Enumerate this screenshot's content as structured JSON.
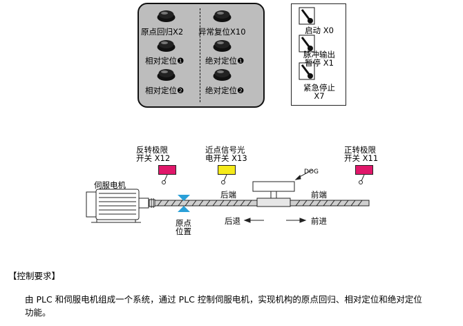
{
  "buttons": {
    "origin_return": "原点回归X2",
    "error_reset": "异常复位X10",
    "rel_pos_1": "相对定位❶",
    "abs_pos_1": "绝对定位❶",
    "rel_pos_2": "相对定位❷",
    "abs_pos_2": "绝对定位❷"
  },
  "switches": {
    "start": "启动 X0",
    "pulse_pause_l1": "脉冲输出",
    "pulse_pause_l2": "暂停 X1",
    "estop_l1": "紧急停止",
    "estop_l2": "X7"
  },
  "diagram": {
    "rev_limit_l1": "反转极限",
    "rev_limit_l2": "开关 X12",
    "near_point_l1": "近点信号光",
    "near_point_l2": "电开关 X13",
    "fwd_limit_l1": "正转极限",
    "fwd_limit_l2": "开关 X11",
    "servo_motor": "伺服电机",
    "dog": "DOG",
    "rear_end": "后端",
    "front_end": "前端",
    "origin_l1": "原点",
    "origin_l2": "位置",
    "backward": "后退",
    "forward": "前进",
    "colors": {
      "limit": "#e0176a",
      "near": "#f5ea1a",
      "origin_marker": "#2aa0d8"
    }
  },
  "requirements": {
    "title": "【控制要求】",
    "line1": "由 PLC 和伺服电机组成一个系统，通过 PLC 控制伺服电机，实现机构的原点回归、相对定位和绝对定位",
    "line2": "功能。"
  }
}
